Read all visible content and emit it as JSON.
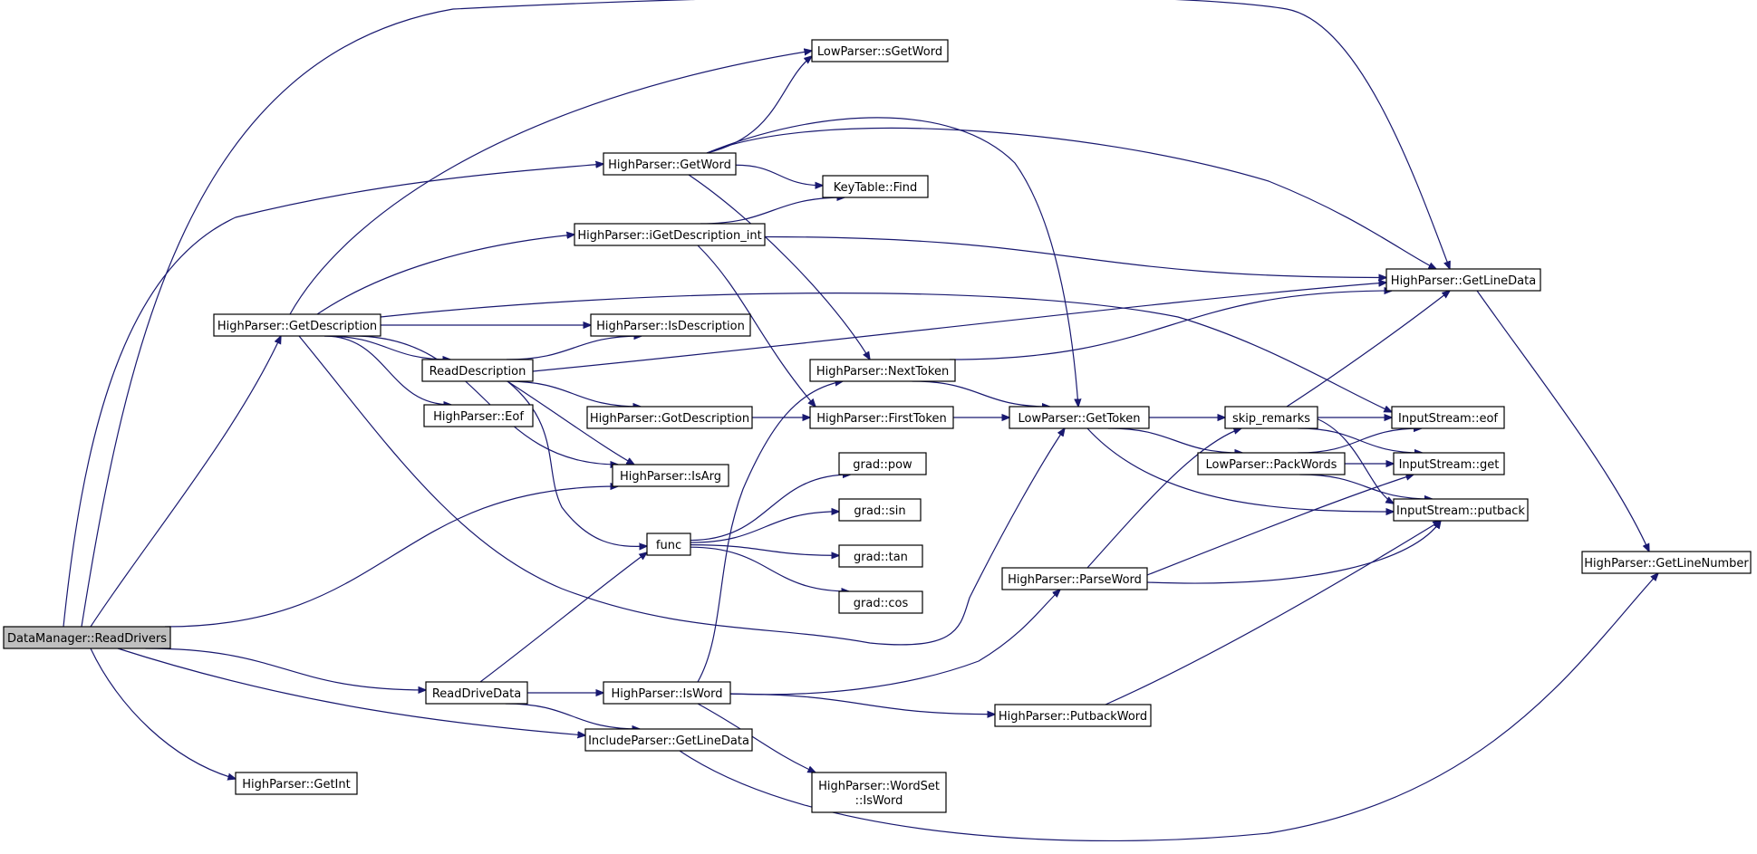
{
  "graph": {
    "edge_color": "#191970",
    "root_fill": "#bfbfbf",
    "node_fill": "#ffffff",
    "nodes": [
      {
        "id": "readdrivers",
        "label": "DataManager::ReadDrivers",
        "root": true
      },
      {
        "id": "getdescription",
        "label": "HighParser::GetDescription"
      },
      {
        "id": "isarg",
        "label": "HighParser::IsArg"
      },
      {
        "id": "readdrivedata",
        "label": "ReadDriveData"
      },
      {
        "id": "includegetlinedata",
        "label": "IncludeParser::GetLineData"
      },
      {
        "id": "getint",
        "label": "HighParser::GetInt"
      },
      {
        "id": "getword",
        "label": "HighParser::GetWord"
      },
      {
        "id": "hpgetlinedata",
        "label": "HighParser::GetLineData"
      },
      {
        "id": "sgetword",
        "label": "LowParser::sGetWord"
      },
      {
        "id": "igetdescriptionint",
        "label": "HighParser::iGetDescription_int"
      },
      {
        "id": "isdescription",
        "label": "HighParser::IsDescription"
      },
      {
        "id": "readdescription",
        "label": "ReadDescription"
      },
      {
        "id": "eof",
        "label": "HighParser::Eof"
      },
      {
        "id": "lpgettoken",
        "label": "LowParser::GetToken"
      },
      {
        "id": "iseof",
        "label": "InputStream::eof"
      },
      {
        "id": "func",
        "label": "func"
      },
      {
        "id": "gotdescription",
        "label": "HighParser::GotDescription"
      },
      {
        "id": "keytablefind",
        "label": "KeyTable::Find"
      },
      {
        "id": "nexttoken",
        "label": "HighParser::NextToken"
      },
      {
        "id": "firsttoken",
        "label": "HighParser::FirstToken"
      },
      {
        "id": "getlinenumber",
        "label": "HighParser::GetLineNumber"
      },
      {
        "id": "skipremarks",
        "label": "skip_remarks"
      },
      {
        "id": "packwords",
        "label": "LowParser::PackWords"
      },
      {
        "id": "isputback",
        "label": "InputStream::putback"
      },
      {
        "id": "isget",
        "label": "InputStream::get"
      },
      {
        "id": "gradpow",
        "label": "grad::pow"
      },
      {
        "id": "gradsin",
        "label": "grad::sin"
      },
      {
        "id": "gradtan",
        "label": "grad::tan"
      },
      {
        "id": "gradcos",
        "label": "grad::cos"
      },
      {
        "id": "isword",
        "label": "HighParser::IsWord"
      },
      {
        "id": "parseword",
        "label": "HighParser::ParseWord"
      },
      {
        "id": "putbackword",
        "label": "HighParser::PutbackWord"
      },
      {
        "id": "wordsetisword",
        "label": "HighParser::WordSet\n::IsWord"
      }
    ],
    "edges": [
      [
        "readdrivers",
        "getdescription"
      ],
      [
        "readdrivers",
        "hpgetlinedata"
      ],
      [
        "readdrivers",
        "getword"
      ],
      [
        "readdrivers",
        "isarg"
      ],
      [
        "readdrivers",
        "readdrivedata"
      ],
      [
        "readdrivers",
        "includegetlinedata"
      ],
      [
        "readdrivers",
        "getint"
      ],
      [
        "getdescription",
        "sgetword"
      ],
      [
        "getdescription",
        "igetdescriptionint"
      ],
      [
        "getdescription",
        "isdescription"
      ],
      [
        "getdescription",
        "readdescription"
      ],
      [
        "getdescription",
        "eof"
      ],
      [
        "getdescription",
        "iseof"
      ],
      [
        "getdescription",
        "isarg"
      ],
      [
        "getdescription",
        "lpgettoken"
      ],
      [
        "getword",
        "sgetword"
      ],
      [
        "getword",
        "keytablefind"
      ],
      [
        "getword",
        "hpgetlinedata"
      ],
      [
        "getword",
        "nexttoken"
      ],
      [
        "getword",
        "lpgettoken"
      ],
      [
        "igetdescriptionint",
        "keytablefind"
      ],
      [
        "igetdescriptionint",
        "hpgetlinedata"
      ],
      [
        "igetdescriptionint",
        "firsttoken"
      ],
      [
        "readdescription",
        "isdescription"
      ],
      [
        "readdescription",
        "hpgetlinedata"
      ],
      [
        "readdescription",
        "gotdescription"
      ],
      [
        "readdescription",
        "isarg"
      ],
      [
        "readdescription",
        "func"
      ],
      [
        "gotdescription",
        "firsttoken"
      ],
      [
        "nexttoken",
        "hpgetlinedata"
      ],
      [
        "nexttoken",
        "lpgettoken"
      ],
      [
        "firsttoken",
        "lpgettoken"
      ],
      [
        "hpgetlinedata",
        "getlinenumber"
      ],
      [
        "lpgettoken",
        "skipremarks"
      ],
      [
        "lpgettoken",
        "packwords"
      ],
      [
        "lpgettoken",
        "isputback"
      ],
      [
        "skipremarks",
        "hpgetlinedata"
      ],
      [
        "skipremarks",
        "iseof"
      ],
      [
        "skipremarks",
        "isget"
      ],
      [
        "skipremarks",
        "isputback"
      ],
      [
        "packwords",
        "iseof"
      ],
      [
        "packwords",
        "isget"
      ],
      [
        "packwords",
        "isputback"
      ],
      [
        "func",
        "gradpow"
      ],
      [
        "func",
        "gradsin"
      ],
      [
        "func",
        "gradtan"
      ],
      [
        "func",
        "gradcos"
      ],
      [
        "readdrivedata",
        "func"
      ],
      [
        "readdrivedata",
        "isword"
      ],
      [
        "readdrivedata",
        "includegetlinedata"
      ],
      [
        "isword",
        "nexttoken"
      ],
      [
        "isword",
        "parseword"
      ],
      [
        "isword",
        "putbackword"
      ],
      [
        "isword",
        "wordsetisword"
      ],
      [
        "parseword",
        "skipremarks"
      ],
      [
        "parseword",
        "isget"
      ],
      [
        "parseword",
        "isputback"
      ],
      [
        "putbackword",
        "isputback"
      ],
      [
        "includegetlinedata",
        "getlinenumber"
      ]
    ]
  }
}
